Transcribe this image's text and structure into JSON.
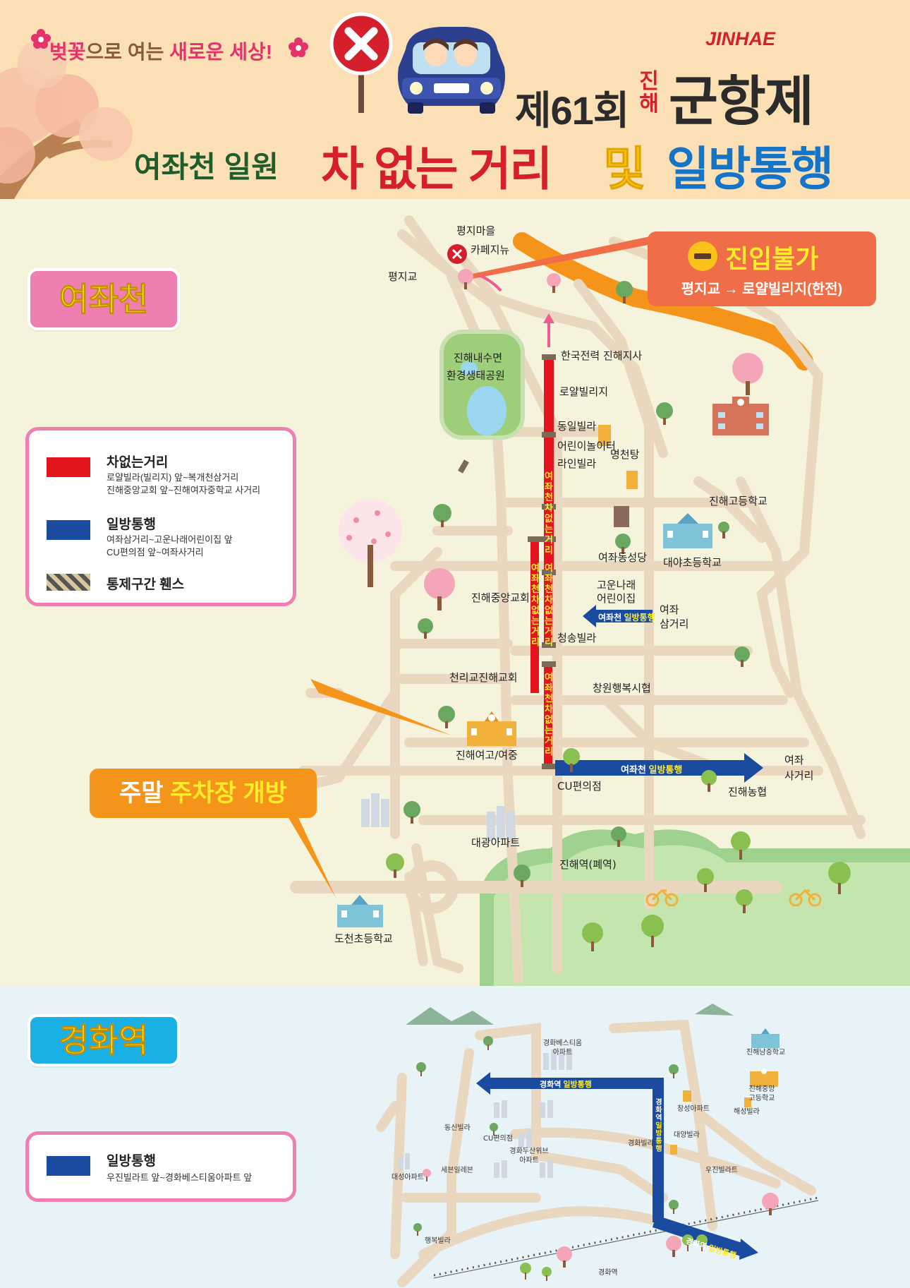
{
  "header": {
    "slogan_part1": "벚꽃",
    "slogan_part2": "으로 여는 ",
    "slogan_part3": "새로운 세상",
    "slogan_part4": "!",
    "edition": "제61회",
    "jin_top": "진",
    "jin_bottom": "해",
    "jinhae_en": "JINHAE",
    "festival_name": "군항제",
    "subtitle_area": "여좌천 일원",
    "subtitle_carfree": "차 없는 거리",
    "subtitle_and": "및",
    "subtitle_oneway": "일방통행",
    "colors": {
      "red": "#d51f2c",
      "green": "#1f5d2c",
      "blue": "#1474c8",
      "yellow": "#f9c31b"
    }
  },
  "main_map": {
    "section_title": "여좌천",
    "section_title_color": "#ffec2b",
    "legend": {
      "items": [
        {
          "title": "차없는거리",
          "color": "#e3141c",
          "desc1": "로얄빌라(빌리지) 앞~복개천삼거리",
          "desc2": "진해중앙교회 앞~진해여자중학교 사거리"
        },
        {
          "title": "일방통행",
          "color": "#1a4b9e",
          "desc1": "여좌삼거리~고운나래어린이집 앞",
          "desc2": "CU편의점 앞~여좌사거리"
        },
        {
          "title": "통제구간 휀스",
          "color": "#555555",
          "desc1": "",
          "desc2": ""
        }
      ]
    },
    "no_entry_callout": {
      "title": "진입불가",
      "route": "평지교 → 로얄빌리지(한전)",
      "icon": "no-entry-icon",
      "color": "#ef6e47"
    },
    "parking_callout": {
      "prefix": "주말 ",
      "highlight": "주차장 개방",
      "color": "#f5941b"
    },
    "car_free_label": "여좌천차없는거리",
    "oneway_label_1": {
      "prefix": "여좌천 ",
      "highlight": "일방통행"
    },
    "oneway_label_2": {
      "prefix": "여좌천 ",
      "highlight": "일방통행"
    },
    "places": {
      "pyeongji_village": "평지마을",
      "cafe": "카페지뉴",
      "pyeongji_bridge": "평지교",
      "kepco": "한국전력 진해지사",
      "eco_park_1": "진해내수면",
      "eco_park_2": "환경생태공원",
      "royal_village": "로얄빌리지",
      "dongil_villa": "동일빌라",
      "kids_playground": "어린이놀이터",
      "line_villa": "라인빌라",
      "myeongcheontang": "명천탕",
      "jinhae_high": "진해고등학교",
      "yeojwa_dongsa": "여좌동성당",
      "daeya_elem": "대야초등학교",
      "gounnarae_1": "고운나래",
      "gounnarae_2": "어린이집",
      "yeojwa_samgeori_1": "여좌",
      "yeojwa_samgeori_2": "삼거리",
      "central_church": "진해중앙교회",
      "cheongsong_villa": "청송빌라",
      "cheonri_church": "천리교진해교회",
      "changwon_welfare": "창원행복시협",
      "girls_school": "진해여고/여중",
      "cu_store": "CU편의점",
      "jinhae_nonghyup": "진해농협",
      "yeojwa_sageori_1": "여좌",
      "yeojwa_sageori_2": "사거리",
      "daegwang_apt": "대광아파트",
      "jinhae_station": "진해역(폐역)",
      "docheon_elem": "도천초등학교"
    }
  },
  "station_map": {
    "section_title": "경화역",
    "legend": {
      "title": "일방통행",
      "color": "#1a4b9e",
      "desc": "우진빌라트 앞~경화베스티움아파트 앞"
    },
    "oneway_label_1": {
      "prefix": "경화역 ",
      "highlight": "일방통행"
    },
    "oneway_label_2": {
      "prefix": "경화역 ",
      "highlight": "일방통행"
    },
    "oneway_label_3": {
      "prefix": "경화역 ",
      "highlight": "일방통행"
    },
    "places": {
      "bestium_1": "경화베스티움",
      "bestium_2": "아파트",
      "jinhae_middle": "진해남중학교",
      "central_high_1": "진해중앙",
      "central_high_2": "고등학교",
      "changsung_apt": "창성아파트",
      "haesung_villa": "해성빌라",
      "dongsin_villa": "동신빌라",
      "cu": "CU편의점",
      "doosan_1": "경화두산위브",
      "doosan_2": "아파트",
      "daeyang_villa": "대양빌라",
      "gyeonghwa_villa": "경화빌라",
      "woojin_villa": "우진빌라트",
      "daesung_apt": "대성아파트",
      "seaview": "세븐일레븐",
      "haengbok_villa": "행복빌라",
      "station": "경화역"
    }
  }
}
